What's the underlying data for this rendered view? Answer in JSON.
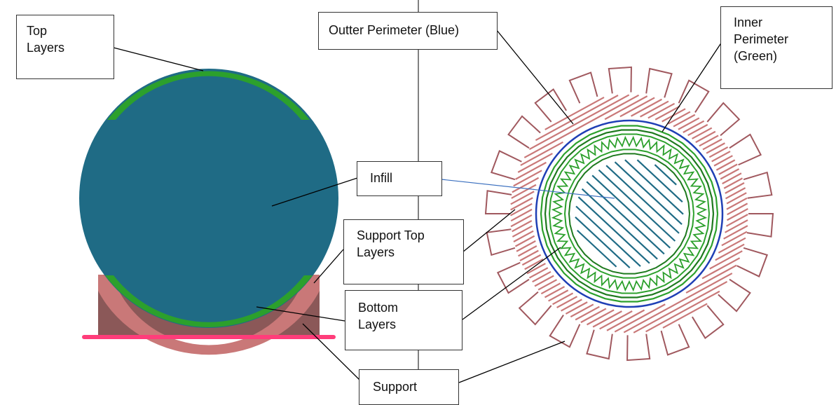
{
  "labels": {
    "top_layers": "Top\nLayers",
    "outer_perimeter": "Outter Perimeter (Blue)",
    "inner_perimeter": "Inner\nPerimeter\n(Green)",
    "infill": "Infill",
    "support_top_layers": "Support Top\nLayers",
    "bottom_layers": "Bottom\nLayers",
    "support": "Support"
  },
  "colors": {
    "infill": "#1f6b85",
    "top_layers": "#2ca02c",
    "support_top": "#c97878",
    "support": "#8b5858",
    "build_plate": "#ff3d7a",
    "outer_perimeter": "#1f3fb5",
    "inner_perimeter": "#2ca02c",
    "inner_perimeter_dark": "#1e7a1e",
    "support_pattern": "#a0585e",
    "leader": "#000000",
    "infill_leader": "#3a6fbf"
  }
}
